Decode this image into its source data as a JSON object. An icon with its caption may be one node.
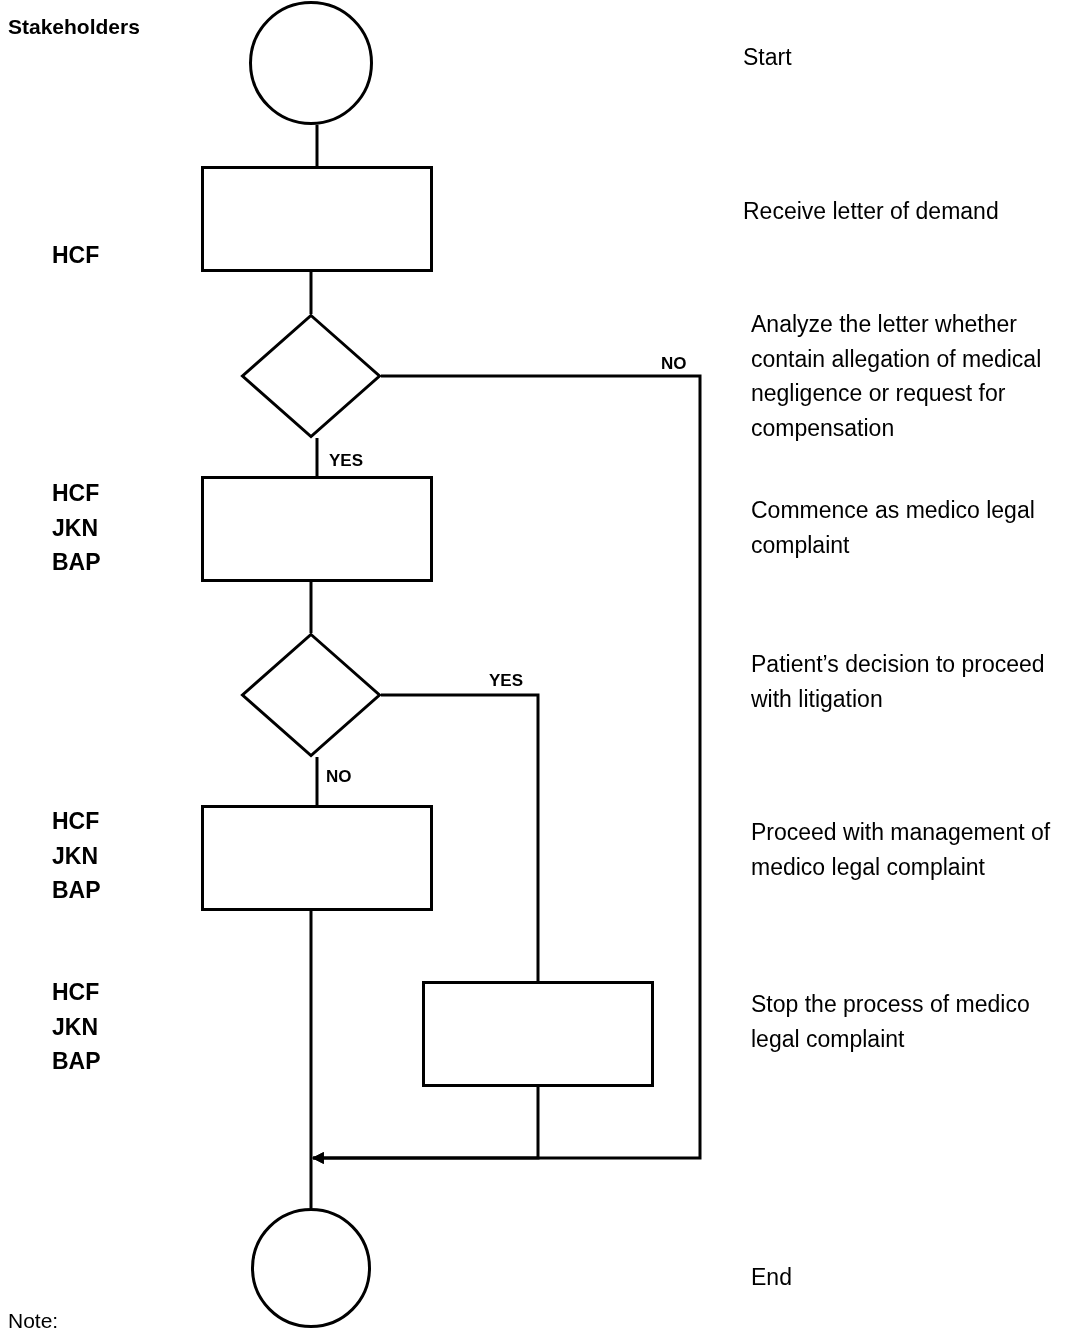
{
  "diagram": {
    "nodes": [
      {
        "text": [],
        "shape": "circle"
      },
      {
        "text": [],
        "shape": "box"
      },
      {
        "text": [],
        "shape": "diamond"
      },
      {
        "text": [],
        "shape": "box"
      },
      {
        "text": [],
        "shape": "diamond"
      },
      {
        "text": [],
        "shape": "box"
      },
      {
        "text": [],
        "shape": "box"
      },
      {
        "text": [],
        "shape": "circle"
      }
    ],
    "edges": [
      {
        "from": 0,
        "to": 1,
        "arrow": "none"
      },
      {
        "from": 1,
        "to": 2,
        "arrow": "none"
      },
      {
        "from": 2,
        "to": 3,
        "arrow": "none",
        "label": "YES"
      },
      {
        "from": 2,
        "to": 7,
        "arrow": "to",
        "label": "NO"
      },
      {
        "from": 3,
        "to": 4,
        "arrow": "none"
      },
      {
        "from": 4,
        "to": 5,
        "arrow": "none",
        "label": "NO"
      },
      {
        "from": 4,
        "to": 6,
        "arrow": "none",
        "label": "YES"
      },
      {
        "from": 5,
        "to": 7,
        "arrow": "none"
      },
      {
        "from": 6,
        "to": 7,
        "arrow": "to"
      }
    ],
    "labels": [
      "Stakeholders",
      "Start",
      "Receive letter of demand",
      "HCF",
      "Analyze the letter whether contain allegation of medical negligence or request for compensation",
      "HCF JKN BAP",
      "Commence as medico legal complaint",
      "Patient’s decision to proceed with litigation",
      "HCF JKN BAP",
      "Proceed with management of medico legal complaint",
      "HCF JKN BAP",
      "Stop the process of medico legal complaint",
      "End",
      "Note:"
    ]
  }
}
